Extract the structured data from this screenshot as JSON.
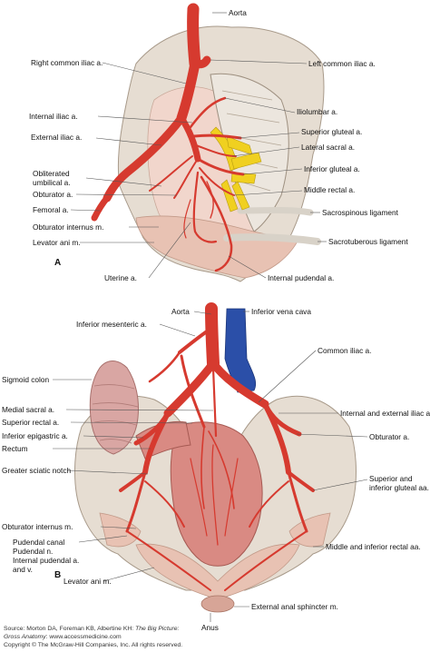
{
  "colors": {
    "artery": "#d63a2f",
    "artery_dark": "#a8231c",
    "vein": "#2b4fa8",
    "nerve": "#f0d020",
    "bone": "#e6ddd2",
    "bone_shade": "#cbbfb2",
    "muscle": "#e8b8a8",
    "rectum": "#d98a83",
    "colon": "#d9a6a3",
    "leader": "#555555"
  },
  "panel_a": {
    "letter": "A",
    "labels": {
      "aorta": "Aorta",
      "right_common_iliac": "Right common iliac a.",
      "left_common_iliac": "Left common iliac a.",
      "iliolumbar": "Iliolumbar a.",
      "internal_iliac": "Internal iliac a.",
      "external_iliac": "External iliac a.",
      "superior_gluteal": "Superior gluteal a.",
      "lateral_sacral": "Lateral sacral a.",
      "inferior_gluteal": "Inferior gluteal a.",
      "obliterated_umbilical": "Obliterated\numbilical a.",
      "middle_rectal": "Middle rectal a.",
      "obturator": "Obturator a.",
      "femoral": "Femoral a.",
      "sacrospinous": "Sacrospinous ligament",
      "obturator_internus": "Obturator internus m.",
      "levator_ani": "Levator ani m.",
      "sacrotuberous": "Sacrotuberous ligament",
      "uterine": "Uterine a.",
      "internal_pudendal": "Internal pudendal a."
    }
  },
  "panel_b": {
    "letter": "B",
    "labels": {
      "aorta": "Aorta",
      "inferior_vena_cava": "Inferior vena cava",
      "inferior_mesenteric": "Inferior mesenteric a.",
      "common_iliac": "Common iliac a.",
      "sigmoid_colon": "Sigmoid colon",
      "internal_external_iliac": "Internal and external iliac aa.",
      "medial_sacral": "Medial sacral a.",
      "obturator": "Obturator a.",
      "superior_rectal": "Superior rectal a.",
      "inferior_epigastric": "Inferior epigastric a.",
      "rectum": "Rectum",
      "greater_sciatic_notch": "Greater sciatic notch",
      "superior_inferior_gluteal": "Superior and\ninferior gluteal aa.",
      "obturator_internus": "Obturator internus m.",
      "pudendal_canal": "Pudendal canal",
      "pudendal_n": "Pudendal n.",
      "internal_pudendal_av": "Internal pudendal a.",
      "and_v": "and v.",
      "middle_inferior_rectal": "Middle and inferior rectal aa.",
      "levator_ani": "Levator ani m.",
      "external_anal_sphincter": "External anal sphincter m.",
      "anus": "Anus"
    }
  },
  "credit": {
    "line1_prefix": "Source: Morton DA, Foreman KB, Albertine KH: ",
    "line1_title": "The Big Picture:",
    "line2_title": "Gross Anatomy",
    "line2_suffix": ": www.accessmedicine.com",
    "line3": "Copyright © The McGraw-Hill Companies, Inc. All rights reserved."
  }
}
